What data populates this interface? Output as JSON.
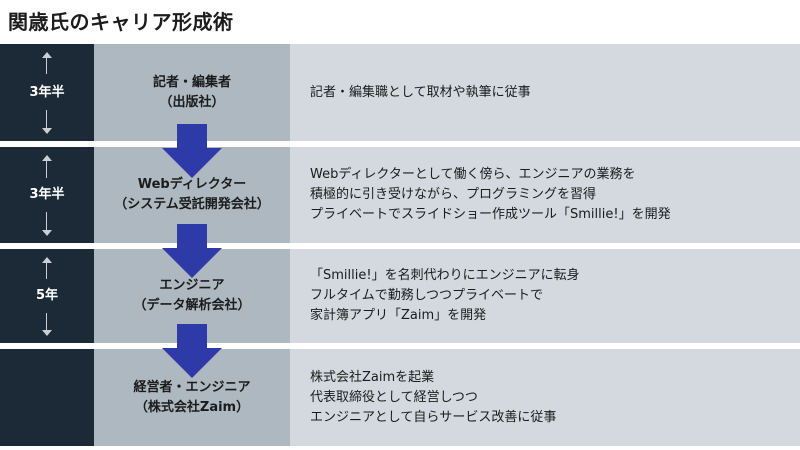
{
  "title": "関歳氏のキャリア形成術",
  "rows": [
    {
      "duration": "3年半",
      "role_line1": "記者・編集者",
      "role_line2": "（出版社）",
      "desc_lines": [
        "記者・編集職として取材や執筆に従事"
      ]
    },
    {
      "duration": "3年半",
      "role_line1": "Webディレクター",
      "role_line2": "（システム受託開発会社）",
      "desc_lines": [
        "Webディレクターとして働く傍ら、エンジニアの業務を",
        "積極的に引き受けながら、プログラミングを習得",
        "プライベートでスライドショー作成ツール「Smillie!」を開発"
      ]
    },
    {
      "duration": "5年",
      "role_line1": "エンジニア",
      "role_line2": "（データ解析会社）",
      "desc_lines": [
        "「Smillie!」を名刺代わりにエンジニアに転身",
        "フルタイムで勤務しつつプライベートで",
        "家計簿アプリ「Zaim」を開発"
      ]
    },
    {
      "duration": "",
      "role_line1": "経営者・エンジニア",
      "role_line2": "（株式会社Zaim）",
      "desc_lines": [
        "株式会社Zaimを起業",
        "代表取締役として経営しつつ",
        "エンジニアとして自らサービス改善に従事"
      ]
    }
  ],
  "colors": {
    "duration_bg": "#1b2a36",
    "role_bg": "#aeb8c0",
    "desc_bg": "#d3d9de",
    "arrow": "#2e3aa8"
  }
}
